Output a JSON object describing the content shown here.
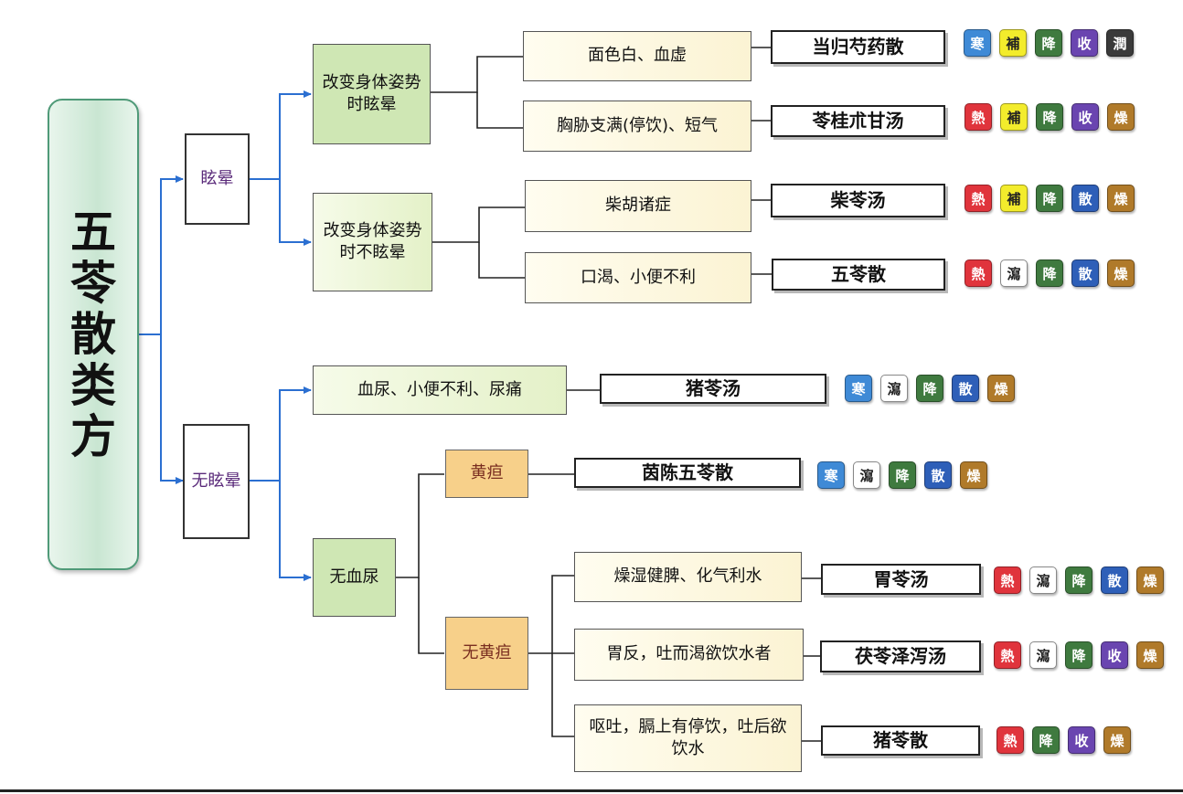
{
  "root": {
    "title": "五苓散类方"
  },
  "symptoms": {
    "dizzy": "眩晕",
    "not_dizzy": "无眩晕"
  },
  "conditions": {
    "posture_dizzy": "改变身体姿势时眩晕",
    "posture_not_dizzy": "改变身体姿势时不眩晕",
    "hematuria": "血尿、小便不利、尿痛",
    "no_hematuria": "无血尿",
    "jaundice": "黄疸",
    "no_jaundice": "无黄疸"
  },
  "indications": {
    "pale_blood_deficiency": "面色白、血虚",
    "chest_fullness": "胸胁支满(停饮)、短气",
    "chaihu": "柴胡诸症",
    "thirst_urination": "口渴、小便不利",
    "dry_spleen": "燥湿健脾、化气利水",
    "stomach_reflux": "胃反，吐而渴欲饮水者",
    "vomiting": "呕吐，膈上有停饮，吐后欲饮水"
  },
  "formulas": [
    {
      "id": "danggui",
      "name": "当归芍药散",
      "tags": [
        "寒",
        "補",
        "降",
        "收",
        "潤"
      ]
    },
    {
      "id": "linggui",
      "name": "苓桂朮甘汤",
      "tags": [
        "熱",
        "補",
        "降",
        "收",
        "燥"
      ]
    },
    {
      "id": "chailing",
      "name": "柴苓汤",
      "tags": [
        "熱",
        "補",
        "降",
        "散",
        "燥"
      ]
    },
    {
      "id": "wuling",
      "name": "五苓散",
      "tags": [
        "熱",
        "瀉",
        "降",
        "散",
        "燥"
      ]
    },
    {
      "id": "zhuling_tang",
      "name": "猪苓汤",
      "tags": [
        "寒",
        "瀉",
        "降",
        "散",
        "燥"
      ]
    },
    {
      "id": "yinchen",
      "name": "茵陈五苓散",
      "tags": [
        "寒",
        "瀉",
        "降",
        "散",
        "燥"
      ]
    },
    {
      "id": "weiling",
      "name": "胃苓汤",
      "tags": [
        "熱",
        "瀉",
        "降",
        "散",
        "燥"
      ]
    },
    {
      "id": "fuling",
      "name": "茯苓泽泻汤",
      "tags": [
        "熱",
        "瀉",
        "降",
        "收",
        "燥"
      ]
    },
    {
      "id": "zhuling_san",
      "name": "猪苓散",
      "tags": [
        "熱",
        "降",
        "收",
        "燥"
      ]
    }
  ],
  "tag_colors": {
    "寒": {
      "bg": "#3f8ad6",
      "fg": "#ffffff"
    },
    "熱": {
      "bg": "#e0343c",
      "fg": "#ffffff"
    },
    "補": {
      "bg": "#f3ec2c",
      "fg": "#222222"
    },
    "瀉": {
      "bg": "#ffffff",
      "fg": "#222222"
    },
    "降": {
      "bg": "#3f7a3f",
      "fg": "#ffffff"
    },
    "收": {
      "bg": "#6a45b0",
      "fg": "#ffffff"
    },
    "散": {
      "bg": "#2e5fb8",
      "fg": "#ffffff"
    },
    "潤": {
      "bg": "#3a3a3a",
      "fg": "#ffffff"
    },
    "燥": {
      "bg": "#b07a2a",
      "fg": "#ffffff"
    }
  }
}
